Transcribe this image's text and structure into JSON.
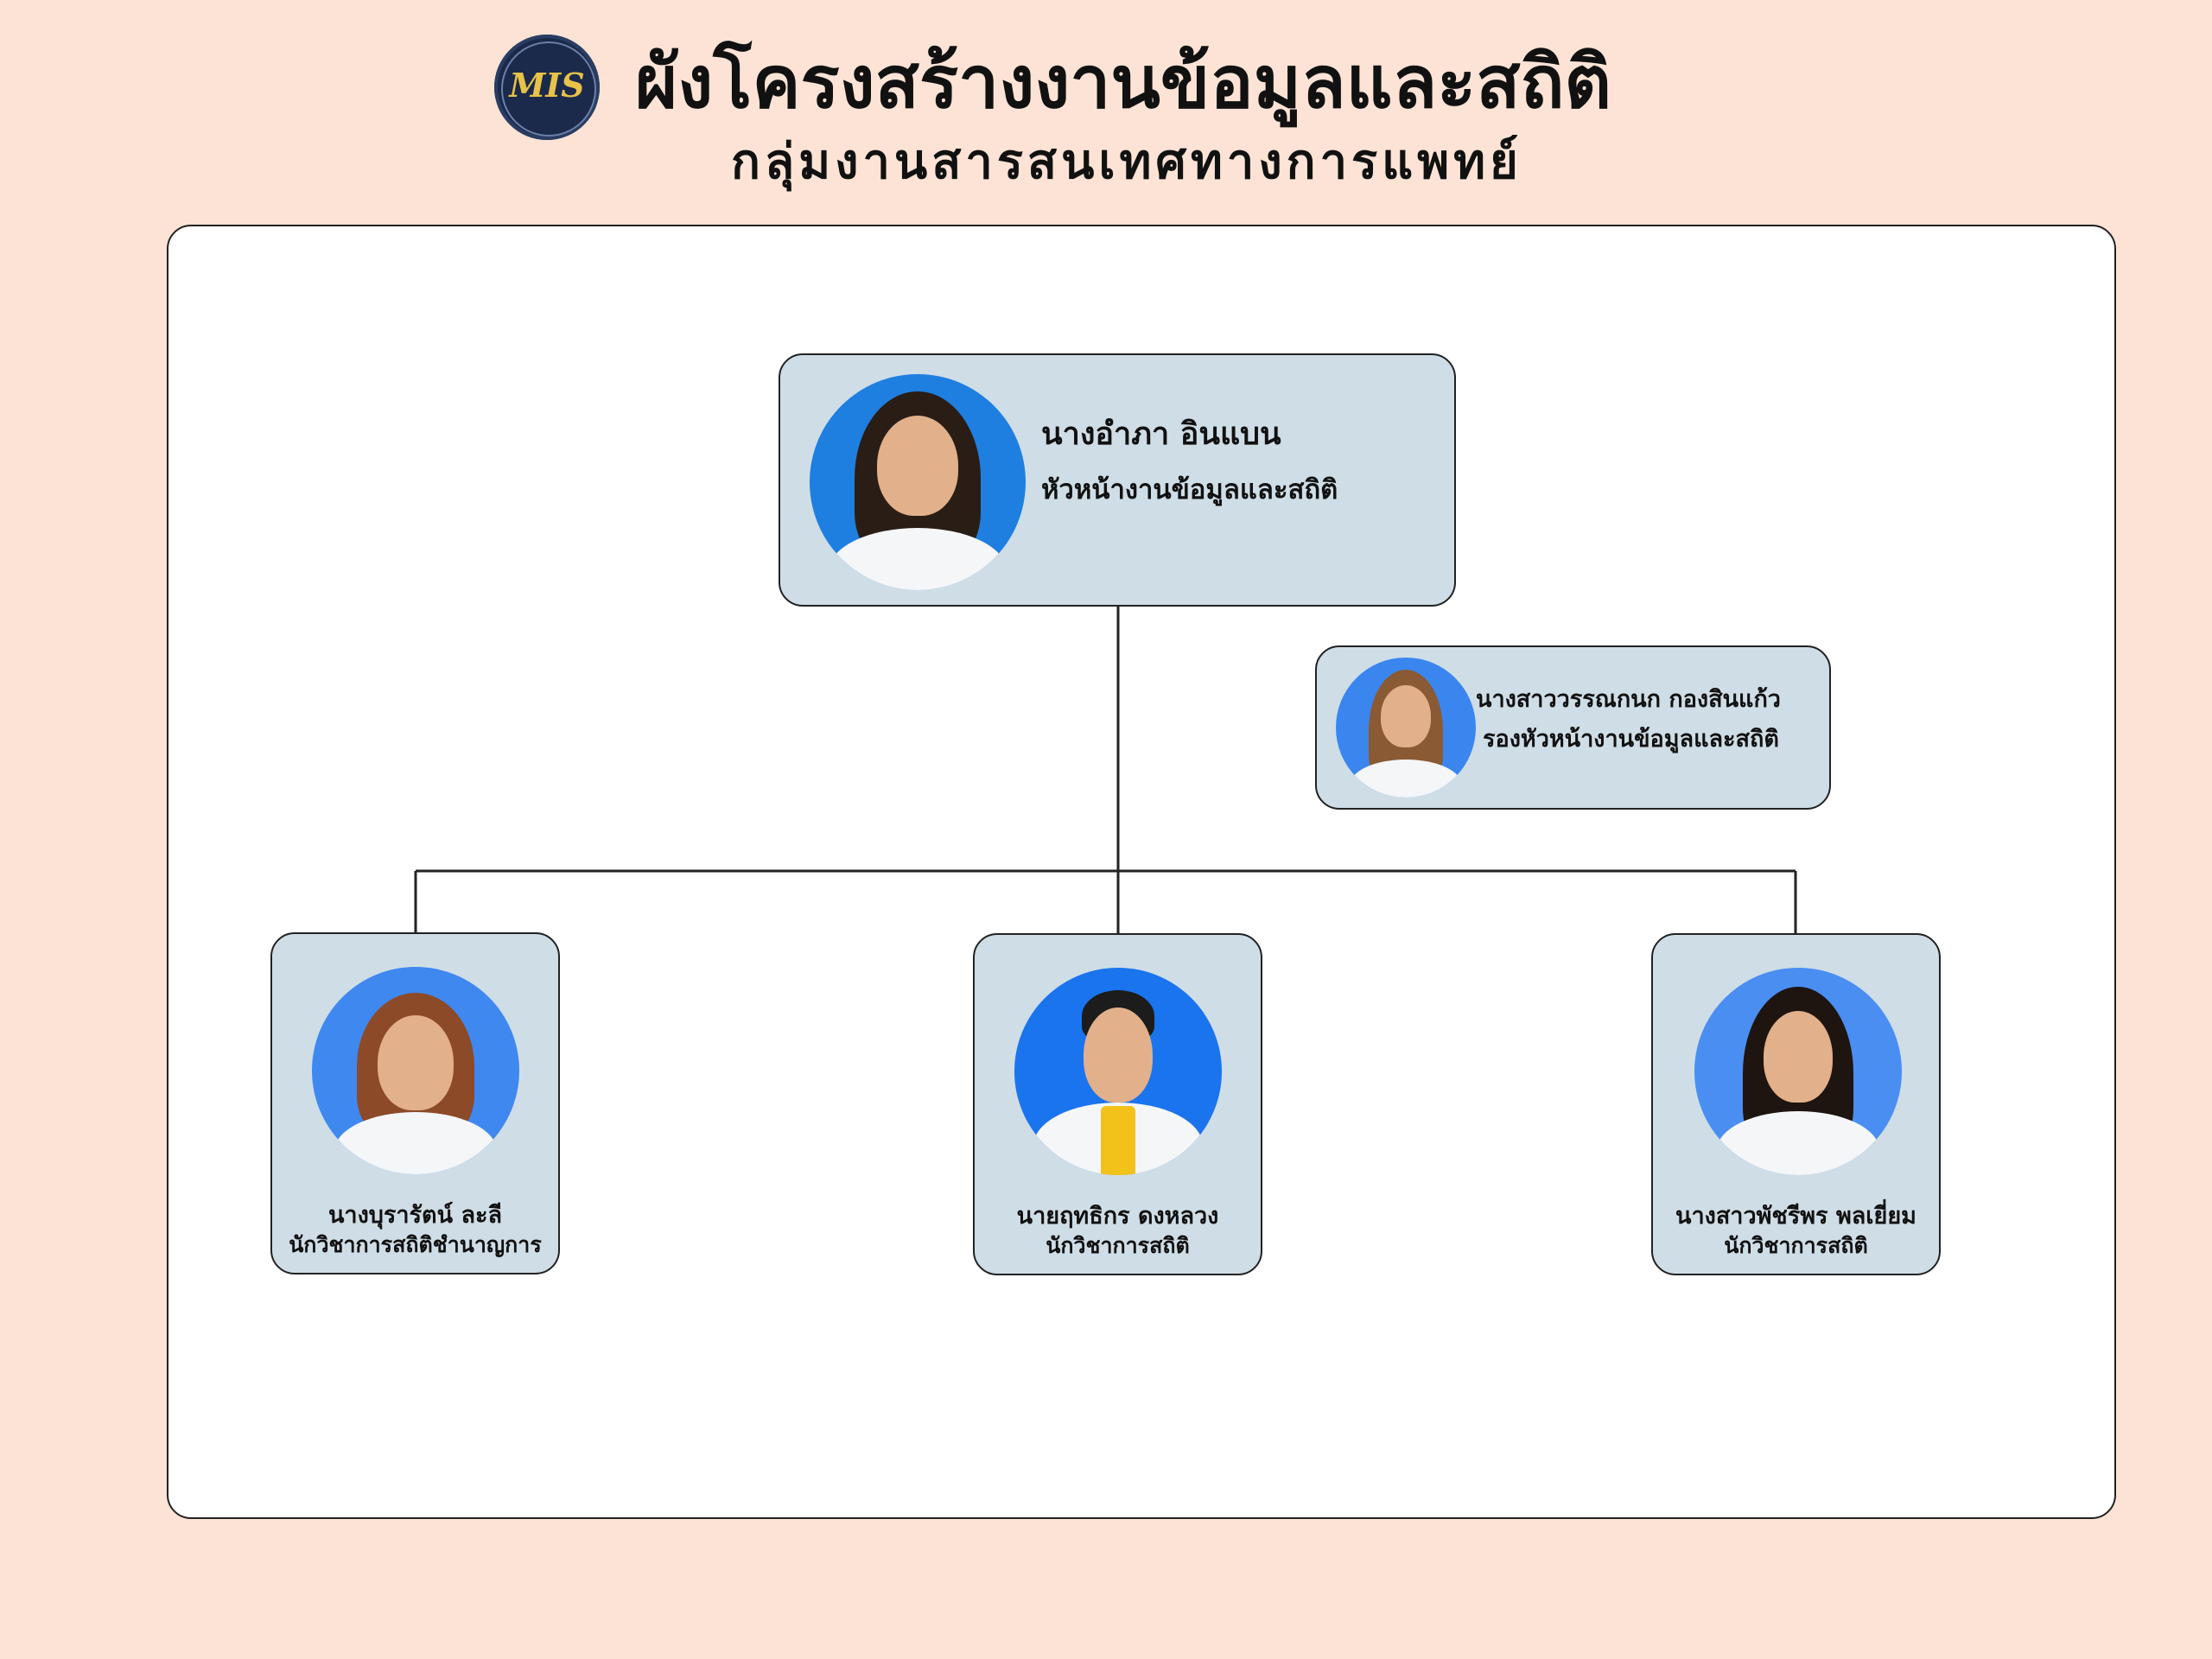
{
  "header": {
    "logo_text": "MIS",
    "title": "ผังโครงสร้างงานข้อมูลและสถิติ",
    "subtitle": "กลุ่มงานสารสนเทศทางการแพทย์"
  },
  "head": {
    "name": "นางอำภา อินแบน",
    "role": "หัวหน้างานข้อมูลและสถิติ"
  },
  "deputy": {
    "name": "นางสาววรรณกนก กองสินแก้ว",
    "role": "รองหัวหน้างานข้อมูลและสถิติ"
  },
  "staff": [
    {
      "name": "นางบุรารัตน์ ละลี",
      "role": "นักวิชาการสถิติชำนาญการ"
    },
    {
      "name": "นายฤทธิกร ดงหลวง",
      "role": "นักวิชาการสถิติ"
    },
    {
      "name": "นางสาวพัชรีพร พลเยี่ยม",
      "role": "นักวิชาการสถิติ"
    }
  ],
  "colors": {
    "background": "#fce3d5",
    "card": "#cfdde6",
    "avatar_bg": "#2f7ff0",
    "connector": "#222222"
  },
  "icons": [
    "mis-logo",
    "person-photo"
  ]
}
